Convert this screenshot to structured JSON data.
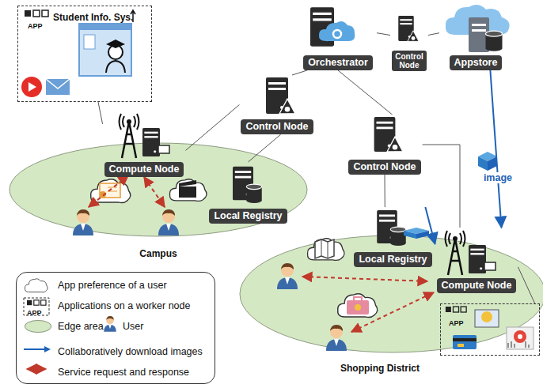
{
  "diagram": {
    "nodes": [
      {
        "text": [
          "APP",
          "Student Info. Sys."
        ]
      },
      {
        "text": [
          "Orchestrator"
        ]
      },
      {
        "text": [
          "Control Node"
        ]
      },
      {
        "text": [
          "Appstore"
        ]
      },
      {
        "text": [
          "Control Node"
        ]
      },
      {
        "text": [
          "Control Node"
        ]
      },
      {
        "text": [
          "Campus"
        ]
      },
      {
        "text": [
          "Compute Node"
        ],
        "in": 6
      },
      {
        "text": [
          "Local Registry"
        ],
        "in": 6
      },
      {
        "text": [
          "Shopping District"
        ]
      },
      {
        "text": [
          "Local Registry"
        ],
        "in": 9
      },
      {
        "text": [
          "Compute Node"
        ],
        "in": 9
      },
      {
        "text": [
          "APP"
        ]
      }
    ],
    "edges": [
      {
        "from": 1,
        "to": 2,
        "arrow": "none"
      },
      {
        "from": 2,
        "to": 3,
        "arrow": "none"
      },
      {
        "from": 1,
        "to": 4,
        "arrow": "none"
      },
      {
        "from": 1,
        "to": 5,
        "arrow": "none"
      },
      {
        "from": 4,
        "to": 7,
        "arrow": "none"
      },
      {
        "from": 4,
        "to": 8,
        "arrow": "none"
      },
      {
        "from": 5,
        "to": 10,
        "arrow": "none"
      },
      {
        "from": 5,
        "to": 11,
        "arrow": "none"
      },
      {
        "from": 10,
        "to": 11,
        "arrow": "to"
      },
      {
        "from": 3,
        "to": 11,
        "label": "image",
        "arrow": "to"
      },
      {
        "from": 7,
        "to": 0,
        "arrow": "none"
      },
      {
        "from": 11,
        "to": 12,
        "arrow": "none"
      }
    ],
    "labels": [
      "APP"
    ],
    "legend": [
      {
        "text": "App preference of a user"
      },
      {
        "text": "Applications on a worker node"
      },
      {
        "text": "Edge area",
        "color": "#d5e8c4"
      },
      {
        "text": "User"
      },
      {
        "text": "Collaboratively download images"
      },
      {
        "text": "Service request and response"
      }
    ]
  }
}
